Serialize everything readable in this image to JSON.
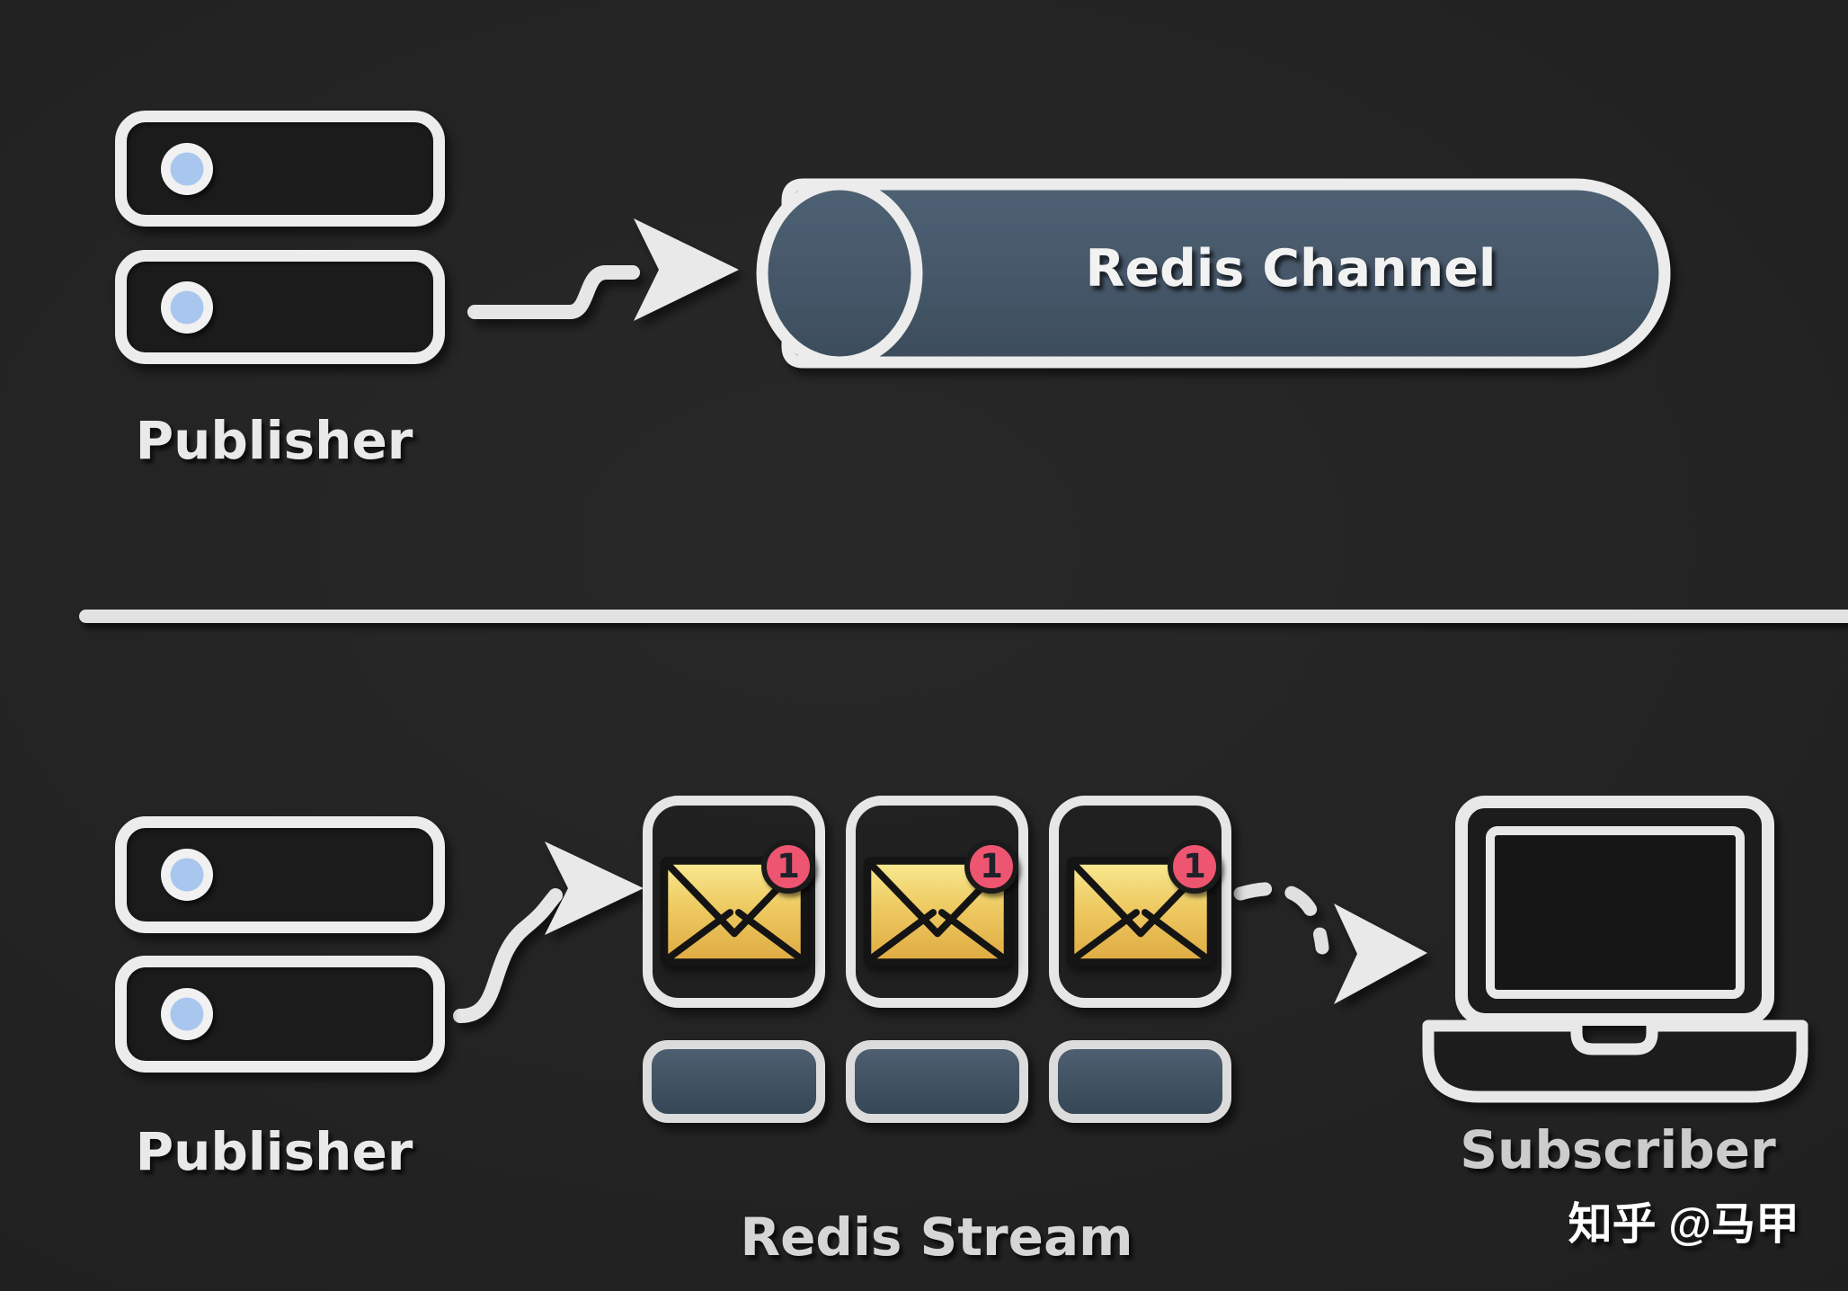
{
  "colors": {
    "background": "#212121",
    "stroke_light": "#e9e9e9",
    "channel_slate": "#45576a",
    "led_blue": "#a9c7ee",
    "envelope_gold": "#eeca62",
    "badge_pink": "#ee5570",
    "badge_digit": "#1d222b"
  },
  "top_section": {
    "publisher": {
      "label": "Publisher",
      "server_count": 2
    },
    "channel": {
      "label": "Redis Channel"
    }
  },
  "bottom_section": {
    "publisher": {
      "label": "Publisher",
      "server_count": 2
    },
    "stream": {
      "label": "Redis Stream",
      "messages": [
        {
          "badge": "1"
        },
        {
          "badge": "1"
        },
        {
          "badge": "1"
        }
      ],
      "empty_slot_count": 3
    },
    "subscriber": {
      "label": "Subscriber"
    }
  },
  "watermark": {
    "text": "知乎 @马甲"
  }
}
